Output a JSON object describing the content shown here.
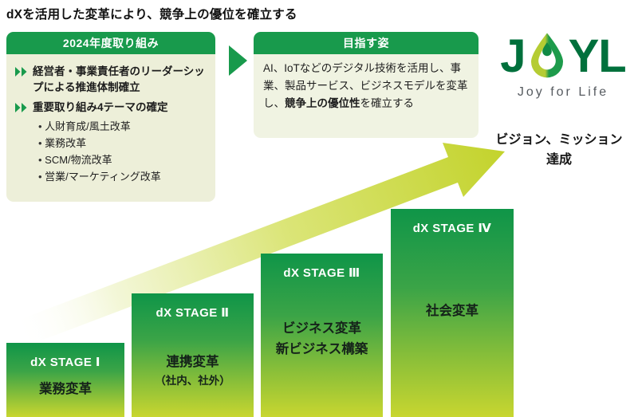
{
  "title": "dXを活用した変革により、競争上の優位を確立する",
  "initiatives_box": {
    "header": "2024年度取り組み",
    "items": [
      {
        "text": "経営者・事業責任者のリーダーシップによる推進体制確立"
      },
      {
        "text": "重要取り組み4テーマの確定",
        "sub_items": [
          "人財育成/風土改革",
          "業務改革",
          "SCM/物流改革",
          "営業/マーケティング改革"
        ]
      }
    ]
  },
  "goal_box": {
    "header": "目指す姿",
    "text_before": "AI、IoTなどのデジタル技術を活用し、事業、製品サービス、ビジネスモデルを変革し、",
    "text_bold": "競争上の優位性",
    "text_after": "を確立する"
  },
  "logo": {
    "letter_start": "J",
    "letters_end": "YL",
    "tagline": "Joy for Life",
    "droplet_icon": "droplet-icon"
  },
  "vision_label": {
    "line1": "ビジョン、ミッション",
    "line2": "達成"
  },
  "stages": [
    {
      "title": "dX STAGE Ⅰ",
      "label": "業務変革",
      "sublabel": ""
    },
    {
      "title": "dX STAGE Ⅱ",
      "label": "連携変革",
      "sublabel": "（社内、社外）"
    },
    {
      "title": "dX STAGE Ⅲ",
      "label": "ビジネス変革",
      "sublabel": "新ビジネス構築"
    },
    {
      "title": "dX STAGE Ⅳ",
      "label": "社会変革",
      "sublabel": ""
    }
  ],
  "icons": {
    "chevron_double": "≫",
    "flow_arrow": "▶",
    "growth_arrow": "diagonal-up-right-arrow"
  },
  "colors": {
    "accent_green": "#189a4c",
    "box_left_bg": "#edefd9",
    "box_right_bg": "#f0f3e2",
    "bar_gradient_top": "#0f9548",
    "bar_gradient_bottom": "#c8d630",
    "arrow_yellow_green": "#c3d32c",
    "logo_dark_green": "#00703c",
    "logo_chartreuse": "#b5cc33",
    "tagline_gray": "#565b60"
  }
}
